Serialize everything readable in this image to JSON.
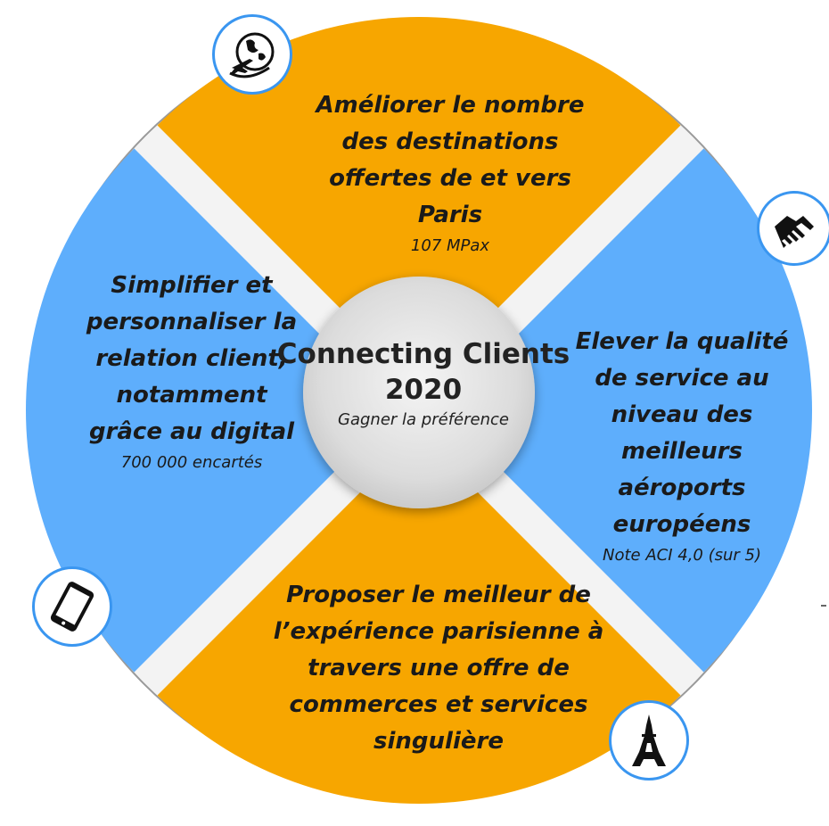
{
  "diagram": {
    "center": {
      "title": "Connecting Clients",
      "year": "2020",
      "tagline": "Gagner la préférence"
    },
    "quadrants": {
      "top": {
        "text": "Améliorer le nombre des destinations offertes de et vers Paris",
        "note": "107 MPax",
        "color": "#f7a600"
      },
      "right": {
        "text": "Elever la qualité de service au niveau des meilleurs aéroports européens",
        "note": "Note ACI 4,0 (sur 5)",
        "color": "#5eaefc"
      },
      "bottom": {
        "text": "Proposer le meilleur de l’expérience parisienne à travers une offre de commerces et services singulière",
        "note": "",
        "color": "#f7a600"
      },
      "left": {
        "text": "Simplifier et personnaliser la relation client, notamment grâce au digital",
        "note": "700 000 encartés",
        "color": "#5eaefc"
      }
    },
    "icons": [
      "globe-plane-icon",
      "handshake-icon",
      "tablet-icon",
      "eiffel-tower-icon"
    ],
    "colors": {
      "ring": "#e7e7e7",
      "hub": "#d6d6d6",
      "badge_border": "#3a96f0",
      "text": "#1a1a1a"
    }
  }
}
